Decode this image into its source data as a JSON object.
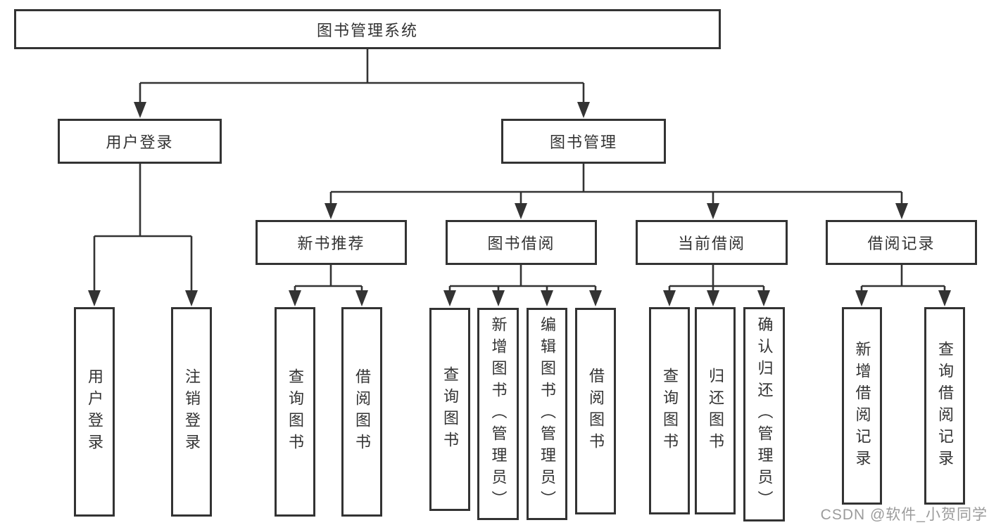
{
  "colors": {
    "line": "#333333",
    "box_border": "#333333",
    "text": "#333333",
    "background": "#ffffff",
    "watermark": "#9b9b9b"
  },
  "watermark": {
    "text": "CSDN @软件_小贺同学"
  },
  "tree": {
    "root": {
      "label": "图书管理系统"
    },
    "children": [
      {
        "label": "用户登录",
        "children": [
          {
            "label": "用户登录"
          },
          {
            "label": "注销登录"
          }
        ]
      },
      {
        "label": "图书管理",
        "children": [
          {
            "label": "新书推荐",
            "children": [
              {
                "label": "查询图书"
              },
              {
                "label": "借阅图书"
              }
            ]
          },
          {
            "label": "图书借阅",
            "children": [
              {
                "label": "查询图书"
              },
              {
                "label": "新增图书（管理员）"
              },
              {
                "label": "编辑图书（管理员）"
              },
              {
                "label": "借阅图书"
              }
            ]
          },
          {
            "label": "当前借阅",
            "children": [
              {
                "label": "查询图书"
              },
              {
                "label": "归还图书"
              },
              {
                "label": "确认归还（管理员）"
              }
            ]
          },
          {
            "label": "借阅记录",
            "children": [
              {
                "label": "新增借阅记录"
              },
              {
                "label": "查询借阅记录"
              }
            ]
          }
        ]
      }
    ]
  }
}
